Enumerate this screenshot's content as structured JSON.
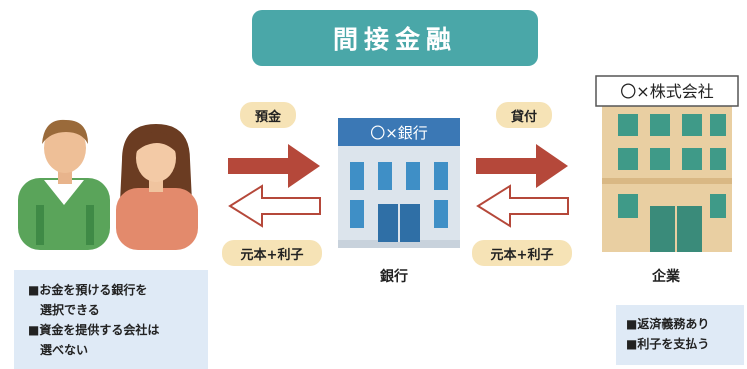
{
  "title": "間接金融",
  "flows": {
    "deposit_label": "預金",
    "loan_label": "貸付",
    "repay_label_left": "元本+利子",
    "repay_label_right": "元本+利子"
  },
  "bank": {
    "sign": "〇×銀行",
    "caption": "銀行"
  },
  "company": {
    "sign": "〇×株式会社",
    "caption": "企業"
  },
  "depositor_notes": [
    "■お金を預ける銀行を",
    "　選択できる",
    "■資金を提供する会社は",
    "　選べない"
  ],
  "company_notes": [
    "■返済義務あり",
    "■利子を支払う"
  ],
  "colors": {
    "banner": "#4aa7a8",
    "pill": "#f6e3b6",
    "arrow_red": "#b5483a",
    "note_bg": "#dfeaf6",
    "bank_blue": "#3b78b5",
    "company_tan": "#e9cfa2"
  },
  "icons": [
    "man-icon",
    "woman-icon",
    "bank-building-icon",
    "company-building-icon"
  ]
}
